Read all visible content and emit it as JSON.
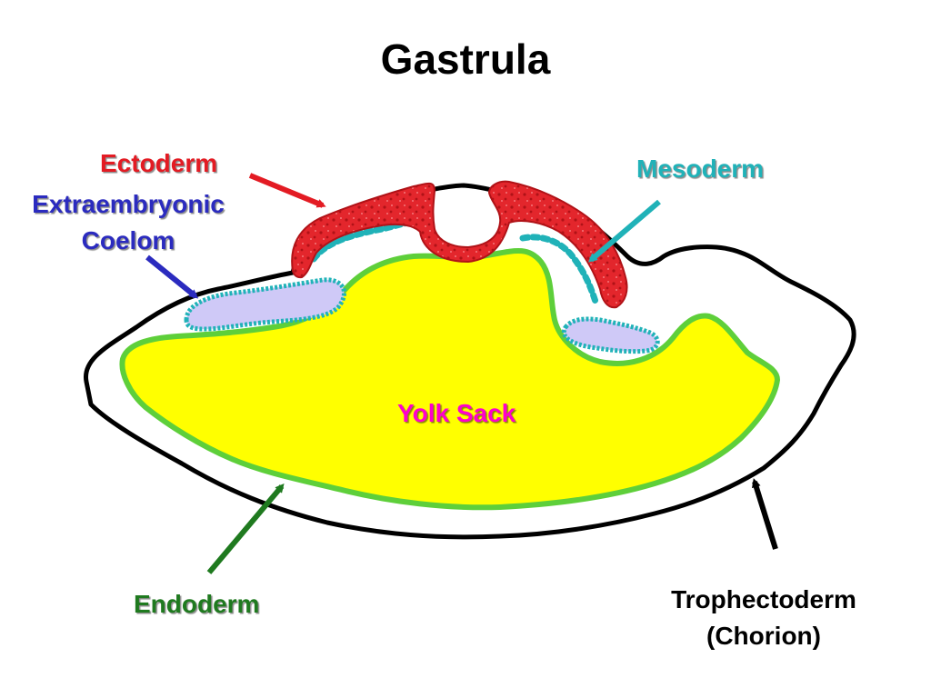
{
  "title": "Gastrula",
  "labels": {
    "ectoderm": "Ectoderm",
    "coelom_line1": "Extraembryonic",
    "coelom_line2": "Coelom",
    "mesoderm": "Mesoderm",
    "yolk": "Yolk Sack",
    "endoderm": "Endoderm",
    "troph_line1": "Trophectoderm",
    "troph_line2": "(Chorion)"
  },
  "colors": {
    "ectoderm": "#e31b23",
    "coelom": "#2b2bbf",
    "mesoderm": "#20b2b8",
    "yolk": "#ff00cc",
    "endoderm": "#1f7a1f",
    "trophectoderm": "#000000",
    "yolk_fill": "#ffff00",
    "endoderm_rim": "#5ecf3a",
    "coelom_fill": "#cfc9f7"
  },
  "icons": {
    "ectoderm_arrow": "red-arrow-icon",
    "coelom_arrow": "blue-arrow-icon",
    "mesoderm_arrow": "cyan-arrow-icon",
    "endoderm_arrow": "green-arrow-icon",
    "troph_arrow": "black-arrow-icon"
  }
}
